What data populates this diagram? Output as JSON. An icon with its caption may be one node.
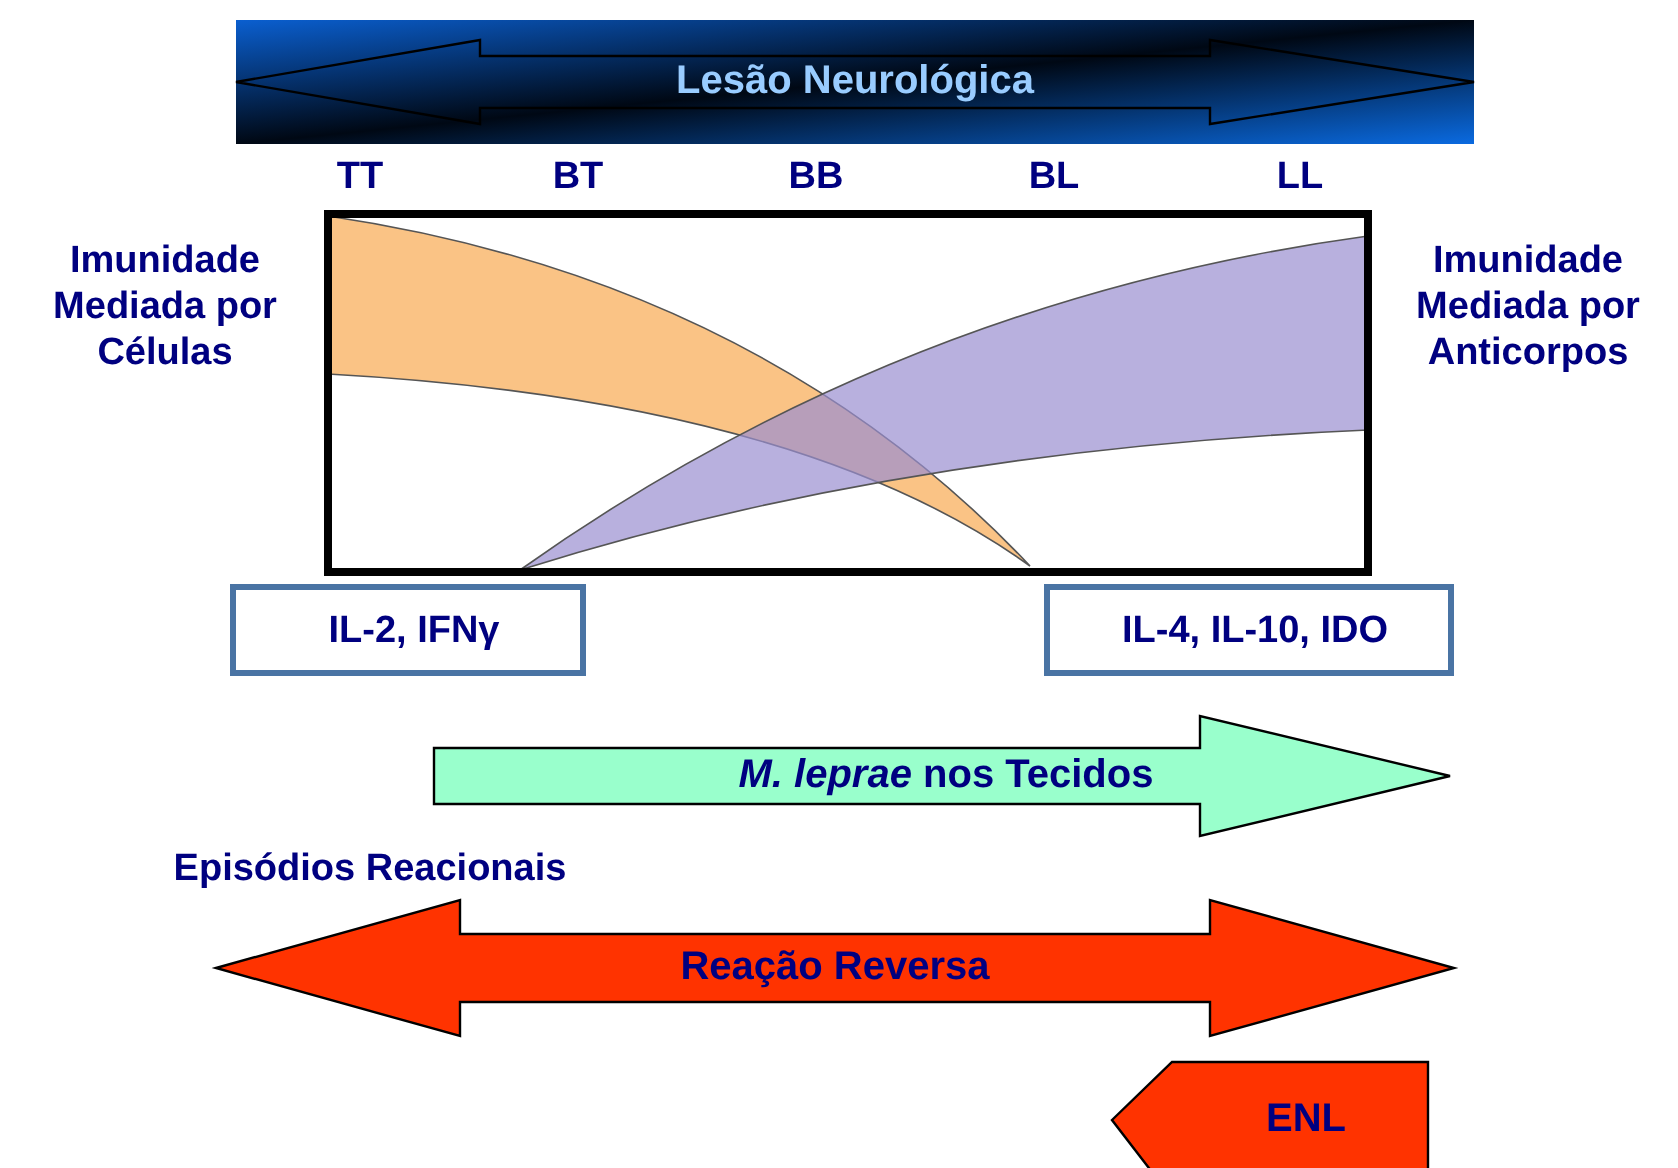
{
  "diagram": {
    "nodes": [
      {
        "text": [
          "Lesão Neurológica"
        ]
      },
      {
        "text": [
          "IL-2, IFNγ"
        ]
      },
      {
        "text": [
          "IL-4, IL-10, IDO"
        ]
      },
      {
        "text": [
          "*M. leprae* nos Tecidos"
        ]
      },
      {
        "text": [
          "Reação Reversa"
        ]
      },
      {
        "text": [
          "ENL"
        ]
      }
    ],
    "labels": [
      "TT",
      "BT",
      "BB",
      "BL",
      "LL",
      "Imunidade Mediada por Células",
      "Imunidade Mediada por Anticorpos",
      "Episódios Reacionais"
    ]
  }
}
